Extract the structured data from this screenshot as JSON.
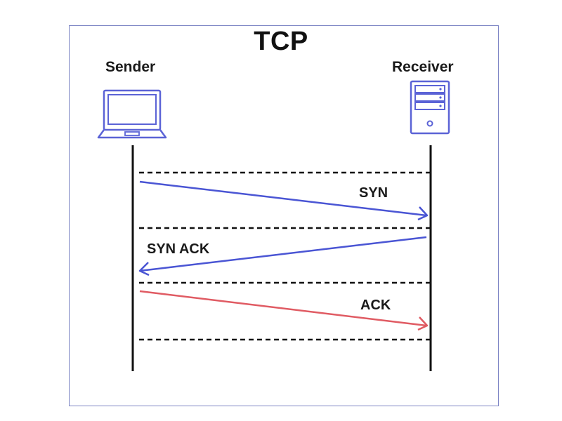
{
  "title": "TCP",
  "sender": {
    "label": "Sender",
    "icon": "laptop-icon"
  },
  "receiver": {
    "label": "Receiver",
    "icon": "server-icon"
  },
  "messages": [
    {
      "label": "SYN",
      "direction": "sender-to-receiver",
      "color": "#4a55d4"
    },
    {
      "label": "SYN ACK",
      "direction": "receiver-to-sender",
      "color": "#4a55d4"
    },
    {
      "label": "ACK",
      "direction": "sender-to-receiver",
      "color": "#e05b63"
    }
  ],
  "colors": {
    "frame": "#7c84c4",
    "icon": "#5b63d6",
    "lifeline": "#111111",
    "separator": "#111111"
  }
}
